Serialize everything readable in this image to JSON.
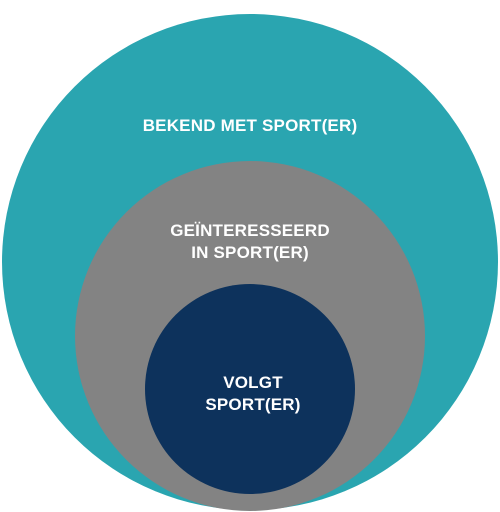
{
  "rings": [
    {
      "name": "outer",
      "lines": [
        "BEKEND MET SPORT(ER)"
      ],
      "color": "#2aa5b0"
    },
    {
      "name": "middle",
      "lines": [
        "GEÏNTERESSEERD",
        "IN SPORT(ER)"
      ],
      "color": "#838383"
    },
    {
      "name": "inner",
      "lines": [
        "VOLGT",
        "SPORT(ER)"
      ],
      "color": "#0d325c"
    }
  ]
}
